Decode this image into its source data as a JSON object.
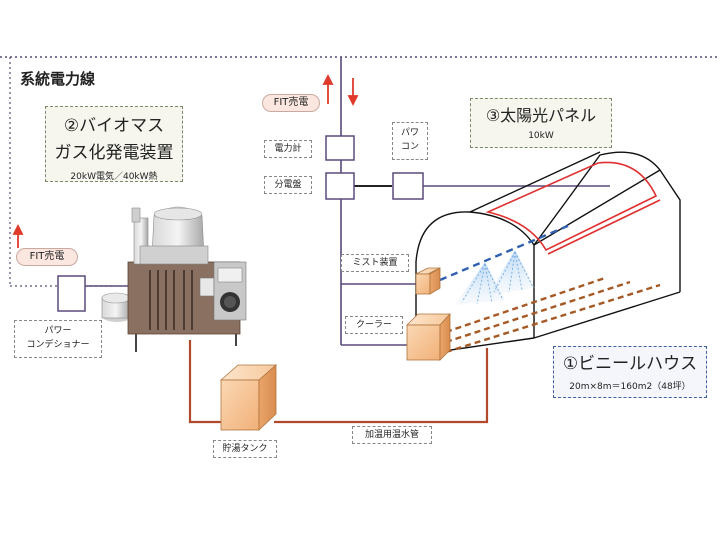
{
  "grid_title": "系統電力線",
  "biomass": {
    "title_line1": "②バイオマス",
    "title_line2": "ガス化発電装置",
    "spec": "20kW電気／40kW熱"
  },
  "solar": {
    "title": "③太陽光パネル",
    "spec": "10kW"
  },
  "greenhouse": {
    "title": "①ビニールハウス",
    "spec": "20m×8m＝160m2（48坪）"
  },
  "fit_top": "FIT売電",
  "fit_left": "FIT売電",
  "meter": "電力計",
  "distribution": "分電盤",
  "power_conditioner_short_1": "パワ",
  "power_conditioner_short_2": "コン",
  "mist": "ミスト装置",
  "cooler": "クーラー",
  "power_conditioner_1": "パワー",
  "power_conditioner_2": "コンデショナー",
  "tank": "貯湯タンク",
  "pipe": "加温用温水管",
  "colors": {
    "wire": "#5a4a7a",
    "hot_pipe": "#b04a2a",
    "arrow": "#e03a2a",
    "panel": "#e03030",
    "mist_blue": "#3060b0",
    "box_fill": "#f6c49a"
  }
}
